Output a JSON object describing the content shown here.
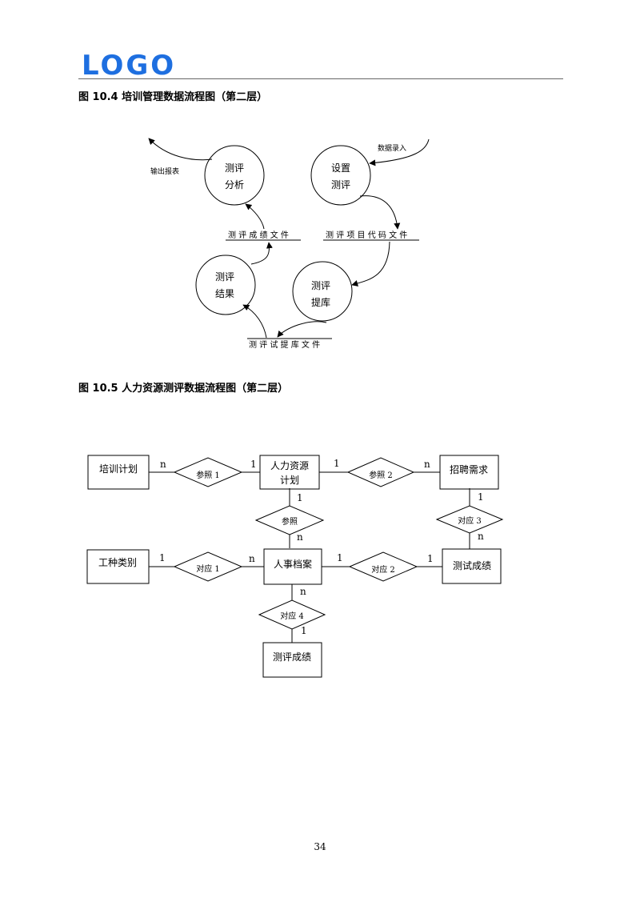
{
  "header": {
    "logo_text": "LOGO"
  },
  "figure1": {
    "caption": "图 10.4  培训管理数据流程图（第二层）",
    "labels": {
      "output_report": "输出报表",
      "data_entry": "数据录入",
      "store_scores": "测 评 成 绩 文 件",
      "store_codes": "测 评 项 目 代 码 文 件",
      "store_bank": "测 评 试 提 库 文 件"
    },
    "processes": [
      {
        "line1": "测评",
        "line2": "分析"
      },
      {
        "line1": "设置",
        "line2": "测评"
      },
      {
        "line1": "测评",
        "line2": "结果"
      },
      {
        "line1": "测评",
        "line2": "提库"
      }
    ]
  },
  "figure2": {
    "caption": "图 10.5  人力资源测评数据流程图（第二层）",
    "entities": {
      "training_plan": "培训计划",
      "hr_plan_line1": "人力资源",
      "hr_plan_line2": "计划",
      "recruit": "招聘需求",
      "job_type": "工种类别",
      "personnel": "人事档案",
      "test_score": "测试成绩",
      "eval_score": "测评成绩"
    },
    "relations": {
      "ref1": "参照 1",
      "ref2": "参照 2",
      "ref": "参照",
      "corr3": "对应 3",
      "corr1": "对应 1",
      "corr2": "对应 2",
      "corr4": "对应 4"
    },
    "cardinalities": {
      "n": "n",
      "one": "1"
    }
  },
  "footer": {
    "page_number": "34"
  }
}
